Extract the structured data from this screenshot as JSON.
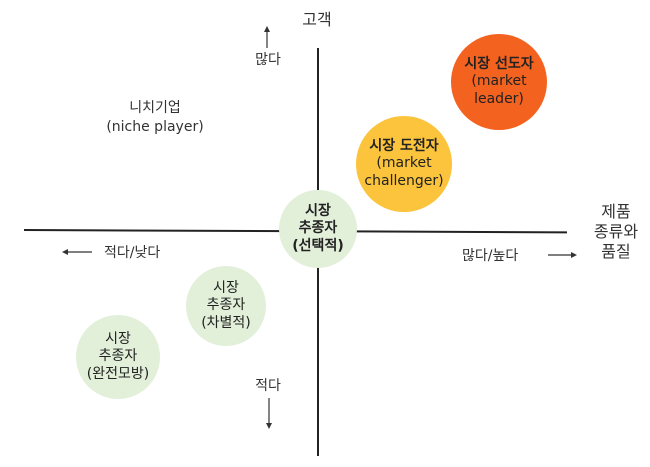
{
  "axes": {
    "top_label": "고객",
    "top_hint": "많다",
    "bottom_hint": "적다",
    "right_label_lines": [
      "제품",
      "종류와",
      "품질"
    ],
    "right_hint": "많다/높다",
    "left_hint": "적다/낮다"
  },
  "niche": {
    "line1": "니치기업",
    "line2": "(niche player)"
  },
  "leader": {
    "lines": [
      "시장 선도자",
      "(market",
      "leader)"
    ],
    "color": "#f4621f"
  },
  "challenger": {
    "lines": [
      "시장 도전자",
      "(market",
      "challenger)"
    ],
    "color": "#fbc43c"
  },
  "follower_selective": {
    "lines": [
      "시장",
      "추종자",
      "(선택적)"
    ],
    "color": "#e2efd9"
  },
  "follower_differential": {
    "lines": [
      "시장",
      "추종자",
      "(차별적)"
    ],
    "color": "#e2efd9"
  },
  "follower_imitation": {
    "lines": [
      "시장",
      "추종자",
      "(완전모방)"
    ],
    "color": "#e2efd9"
  }
}
